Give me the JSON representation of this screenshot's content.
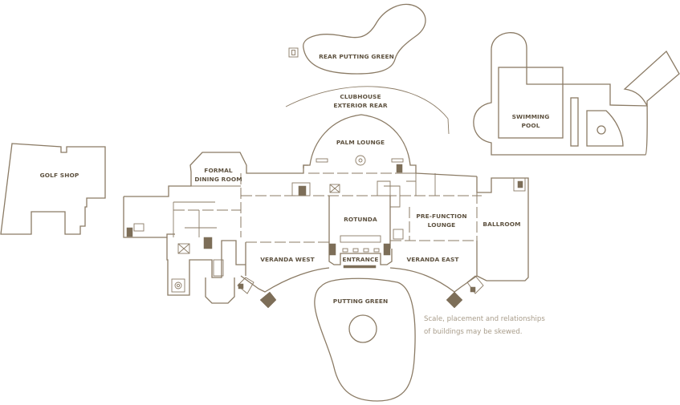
{
  "colors": {
    "line": "#8b7b65",
    "label": "#5e5240",
    "note": "#a89c8a",
    "stair": "#7d6e58"
  },
  "labels": {
    "rear_putting_green": "REAR PUTTING GREEN",
    "clubhouse_exterior_rear_1": "CLUBHOUSE",
    "clubhouse_exterior_rear_2": "EXTERIOR REAR",
    "swimming_pool_1": "SWIMMING",
    "swimming_pool_2": "POOL",
    "palm_lounge": "PALM LOUNGE",
    "golf_shop": "GOLF SHOP",
    "formal_dining_room_1": "FORMAL",
    "formal_dining_room_2": "DINING ROOM",
    "rotunda": "ROTUNDA",
    "pre_function_lounge_1": "PRE-FUNCTION",
    "pre_function_lounge_2": "LOUNGE",
    "ballroom": "BALLROOM",
    "veranda_west": "VERANDA WEST",
    "entrance": "ENTRANCE",
    "veranda_east": "VERANDA EAST",
    "putting_green": "PUTTING GREEN"
  },
  "note": {
    "line1": "Scale, placement and relationships",
    "line2": "of buildings may be skewed."
  }
}
